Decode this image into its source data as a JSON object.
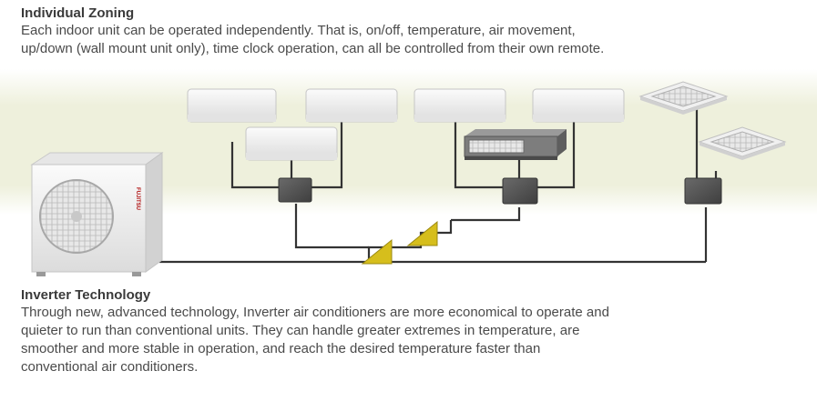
{
  "zoning": {
    "heading": "Individual Zoning",
    "lines": [
      "Each indoor unit can be operated independently. That is, on/off, temperature, air movement,",
      "up/down (wall mount unit only), time clock operation, can all be controlled from their own remote."
    ]
  },
  "diagram": {
    "brand_label": "FUJITSU",
    "units": {
      "outdoor": 1,
      "wall_mount": 5,
      "ducted": 1,
      "cassette": 2,
      "branch_boxes": 3,
      "refnet_joints": 2
    },
    "colors": {
      "background_band": "#eef0dc",
      "pipe": "#3a3a3a",
      "branch_box": "#555555",
      "joint": "#d8c020",
      "unit_body": "#f4f4f4"
    }
  },
  "inverter": {
    "heading": "Inverter Technology",
    "lines": [
      "Through new, advanced technology, Inverter air conditioners are more economical to operate and",
      "quieter to run than conventional units. They can handle greater extremes in temperature, are",
      "smoother and more stable in operation, and reach the desired temperature faster than",
      "conventional air conditioners."
    ]
  }
}
